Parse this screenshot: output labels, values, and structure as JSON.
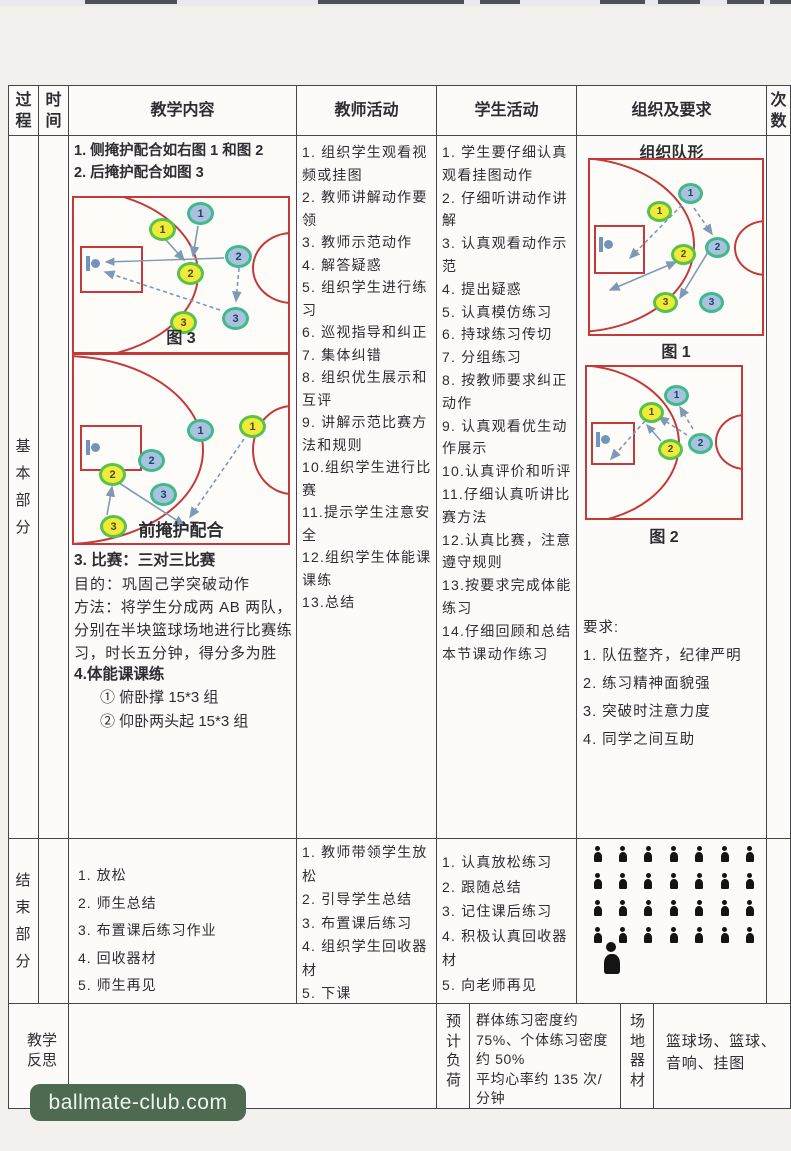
{
  "header": {
    "process": "过程",
    "time": "时间",
    "content": "教学内容",
    "teacher": "教师活动",
    "student": "学生活动",
    "organization": "组织及要求",
    "count": "次数"
  },
  "basic": {
    "label": "基本部分",
    "content": {
      "item1": "1. 侧掩护配合如右图 1 和图 2",
      "item2": "2. 后掩护配合如图 3",
      "fig3_caption": "图 3",
      "front_screen_caption": "前掩护配合",
      "item3": "3. 比赛：三对三比赛",
      "purpose": "目的：巩固己学突破动作",
      "method": "方法：将学生分成两 AB 两队，分别在半块篮球场地进行比赛练习，时长五分钟，得分多为胜",
      "item4": "4.体能课课练",
      "drill1": "① 俯卧撑 15*3 组",
      "drill2": "② 仰卧两头起 15*3 组"
    },
    "teacher": [
      "1. 组织学生观看视频或挂图",
      "2. 教师讲解动作要领",
      "3. 教师示范动作",
      "4. 解答疑惑",
      "5. 组织学生进行练习",
      "6. 巡视指导和纠正",
      "7. 集体纠错",
      "8. 组织优生展示和互评",
      "9. 讲解示范比赛方法和规则",
      "10.组织学生进行比赛",
      "11.提示学生注意安全",
      "12.组织学生体能课课练",
      "13.总结"
    ],
    "student": [
      "1. 学生要仔细认真观看挂图动作",
      "2. 仔细听讲动作讲解",
      "3. 认真观看动作示范",
      "4. 提出疑惑",
      "5. 认真模仿练习",
      "6. 持球练习传切",
      "7. 分组练习",
      "8. 按教师要求纠正动作",
      "9. 认真观看优生动作展示",
      "10.认真评价和听评",
      "11.仔细认真听讲比赛方法",
      "12.认真比赛，注意遵守规则",
      "13.按要求完成体能练习",
      "14.仔细回顾和总结本节课动作练习"
    ],
    "org": {
      "title": "组织队形",
      "fig1_caption": "图 1",
      "fig2_caption": "图 2",
      "req_title": "要求:",
      "reqs": [
        "1. 队伍整齐，纪律严明",
        "2. 练习精神面貌强",
        "3. 突破时注意力度",
        "4. 同学之间互助"
      ]
    }
  },
  "ending": {
    "label": "结束部分",
    "content": [
      "1. 放松",
      "2. 师生总结",
      "3. 布置课后练习作业",
      "4. 回收器材",
      "5. 师生再见"
    ],
    "teacher": [
      "1. 教师带领学生放松",
      "2. 引导学生总结",
      "3. 布置课后练习",
      "4. 组织学生回收器材",
      "5. 下课"
    ],
    "student": [
      "1. 认真放松练习",
      "2. 跟随总结",
      "3. 记住课后练习",
      "4. 积极认真回收器材",
      "5. 向老师再见"
    ],
    "formation": {
      "rows": 4,
      "cols": 7
    }
  },
  "footer": {
    "reflect_label": "教学反思",
    "load_label": "预计负荷",
    "load_line1": "群体练习密度约 75%、个体练习密度约 50%",
    "load_line2": "平均心率约 135 次/分钟",
    "equip_label": "场地器材",
    "equip_text": "篮球场、篮球、音响、挂图"
  },
  "watermark": "ballmate-club.com",
  "diagrams": {
    "fig3": {
      "players": [
        {
          "t": "b",
          "n": "1"
        },
        {
          "t": "y",
          "n": "1"
        },
        {
          "t": "b",
          "n": "2"
        },
        {
          "t": "y",
          "n": "2"
        },
        {
          "t": "b",
          "n": "3"
        },
        {
          "t": "y",
          "n": "3"
        }
      ]
    },
    "front": {
      "players": [
        {
          "t": "b",
          "n": "1"
        },
        {
          "t": "y",
          "n": "1"
        },
        {
          "t": "b",
          "n": "2"
        },
        {
          "t": "y",
          "n": "2"
        },
        {
          "t": "b",
          "n": "3"
        },
        {
          "t": "y",
          "n": "3"
        }
      ]
    },
    "fig1": {
      "players": [
        {
          "t": "b",
          "n": "1"
        },
        {
          "t": "y",
          "n": "1"
        },
        {
          "t": "b",
          "n": "2"
        },
        {
          "t": "y",
          "n": "2"
        },
        {
          "t": "y",
          "n": "3"
        },
        {
          "t": "b",
          "n": "3"
        }
      ]
    },
    "fig2": {
      "players": [
        {
          "t": "b",
          "n": "1"
        },
        {
          "t": "y",
          "n": "1"
        },
        {
          "t": "b",
          "n": "2"
        },
        {
          "t": "y",
          "n": "2"
        }
      ]
    }
  }
}
